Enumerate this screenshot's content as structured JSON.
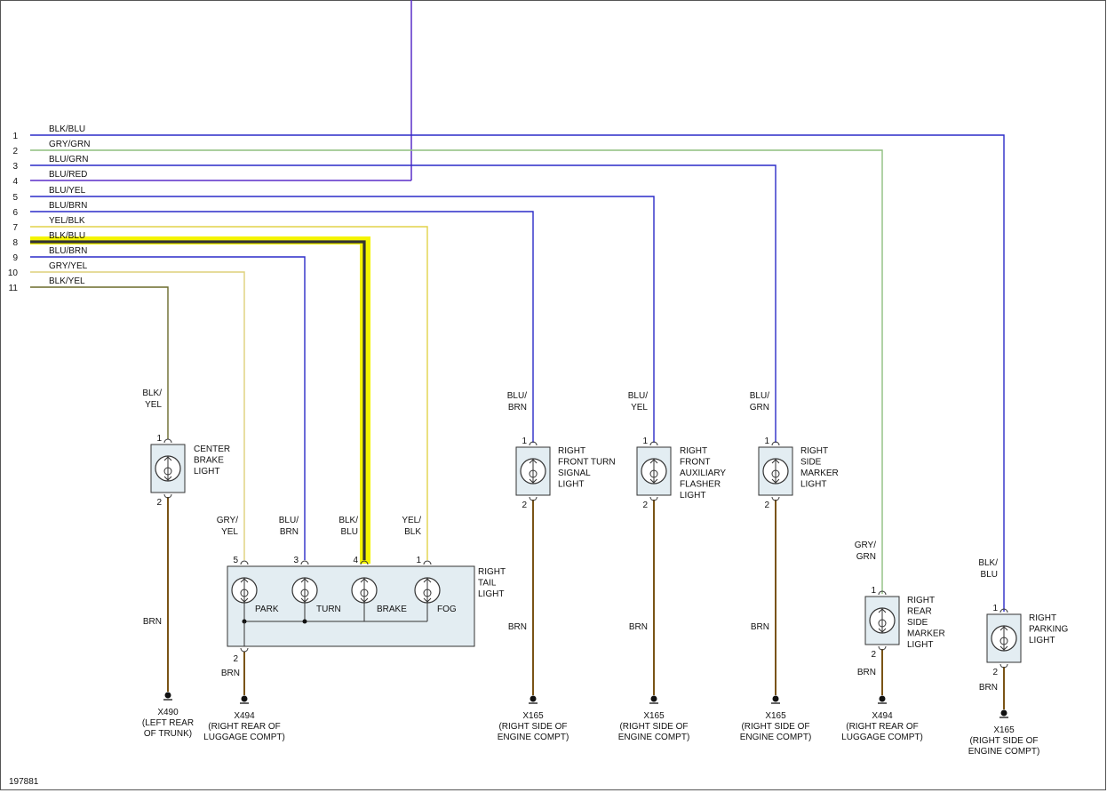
{
  "figure_id": "197881",
  "colors": {
    "blue": "#2b2bc8",
    "purple": "#5a2ec8",
    "olive": "#6a6a2a",
    "light_yellow": "#ded07a",
    "yellow": "#e2d24a",
    "gray_green": "#8fbf7f",
    "brown": "#7a5416",
    "dark": "#333333",
    "highlight": "#f4f400",
    "box_fill": "#e3edf2"
  },
  "wires": [
    {
      "pin": "1",
      "label": "BLK/BLU"
    },
    {
      "pin": "2",
      "label": "GRY/GRN"
    },
    {
      "pin": "3",
      "label": "BLU/GRN"
    },
    {
      "pin": "4",
      "label": "BLU/RED"
    },
    {
      "pin": "5",
      "label": "BLU/YEL"
    },
    {
      "pin": "6",
      "label": "BLU/BRN"
    },
    {
      "pin": "7",
      "label": "YEL/BLK"
    },
    {
      "pin": "8",
      "label": "BLK/BLU"
    },
    {
      "pin": "9",
      "label": "BLU/BRN"
    },
    {
      "pin": "10",
      "label": "GRY/YEL"
    },
    {
      "pin": "11",
      "label": "BLK/YEL"
    }
  ],
  "center_brake": {
    "wire_top": [
      "BLK/",
      "YEL"
    ],
    "pin_top": "1",
    "pin_bottom": "2",
    "name": [
      "CENTER",
      "BRAKE",
      "LIGHT"
    ],
    "wire_bottom": "BRN",
    "ground": "X490",
    "ground_desc": [
      "(LEFT REAR",
      "OF TRUNK)"
    ]
  },
  "tail_light": {
    "name": [
      "RIGHT",
      "TAIL",
      "LIGHT"
    ],
    "bottom_pin": "2",
    "wire_bottom": "BRN",
    "ground": "X494",
    "ground_desc": [
      "(RIGHT REAR OF",
      "LUGGAGE COMPT)"
    ],
    "lamps": [
      {
        "pin": "5",
        "wire": [
          "GRY/",
          "YEL"
        ],
        "name": "PARK"
      },
      {
        "pin": "3",
        "wire": [
          "BLU/",
          "BRN"
        ],
        "name": "TURN"
      },
      {
        "pin": "4",
        "wire": [
          "BLK/",
          "BLU"
        ],
        "name": "BRAKE"
      },
      {
        "pin": "1",
        "wire": [
          "YEL/",
          "BLK"
        ],
        "name": "FOG"
      }
    ]
  },
  "components": [
    {
      "wire_top": [
        "BLU/",
        "BRN"
      ],
      "pin_top": "1",
      "pin_bottom": "2",
      "name": [
        "RIGHT",
        "FRONT TURN",
        "SIGNAL",
        "LIGHT"
      ],
      "wire_bottom": "BRN",
      "ground": "X165",
      "ground_desc": [
        "(RIGHT SIDE OF",
        "ENGINE COMPT)"
      ]
    },
    {
      "wire_top": [
        "BLU/",
        "YEL"
      ],
      "pin_top": "1",
      "pin_bottom": "2",
      "name": [
        "RIGHT",
        "FRONT",
        "AUXILIARY",
        "FLASHER",
        "LIGHT"
      ],
      "wire_bottom": "BRN",
      "ground": "X165",
      "ground_desc": [
        "(RIGHT SIDE OF",
        "ENGINE COMPT)"
      ]
    },
    {
      "wire_top": [
        "BLU/",
        "GRN"
      ],
      "pin_top": "1",
      "pin_bottom": "2",
      "name": [
        "RIGHT",
        "SIDE",
        "MARKER",
        "LIGHT"
      ],
      "wire_bottom": "BRN",
      "ground": "X165",
      "ground_desc": [
        "(RIGHT SIDE OF",
        "ENGINE COMPT)"
      ]
    },
    {
      "wire_top": [
        "GRY/",
        "GRN"
      ],
      "pin_top": "1",
      "pin_bottom": "2",
      "name": [
        "RIGHT",
        "REAR",
        "SIDE",
        "MARKER",
        "LIGHT"
      ],
      "wire_bottom": "BRN",
      "ground": "X494",
      "ground_desc": [
        "(RIGHT REAR OF",
        "LUGGAGE COMPT)"
      ]
    },
    {
      "wire_top": [
        "BLK/",
        "BLU"
      ],
      "pin_top": "1",
      "pin_bottom": "2",
      "name": [
        "RIGHT",
        "PARKING",
        "LIGHT"
      ],
      "wire_bottom": "BRN",
      "ground": "X165",
      "ground_desc": [
        "(RIGHT SIDE OF",
        "ENGINE COMPT)"
      ]
    }
  ]
}
